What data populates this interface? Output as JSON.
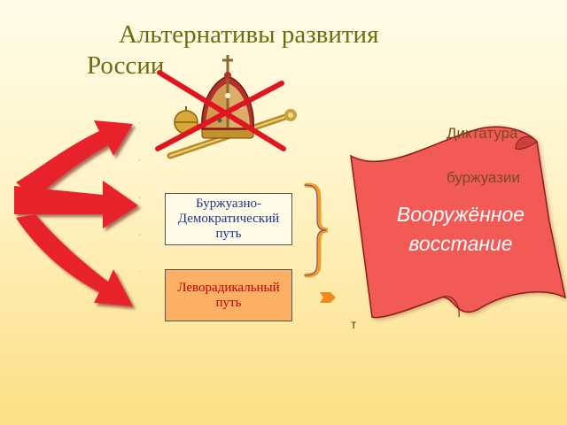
{
  "title": "Альтернативы развития России",
  "boxes": {
    "bourgeois_line1": "Буржуазно-",
    "bourgeois_line2": "Демократический",
    "bourgeois_line3": "путь",
    "left_line1": "Леворадикальный",
    "left_line2": "путь"
  },
  "scroll": {
    "line1": "Вооружённое",
    "line2": "восстание"
  },
  "dictatorship": {
    "word1": "Диктатура",
    "word2": "буржуазии"
  },
  "stray_letter": "т",
  "icons": [
    "crown-icon",
    "cross-out-icon",
    "three-arrows-icon",
    "brace-icon",
    "scroll-icon"
  ],
  "colors": {
    "title": "#6b6e10",
    "arrows": "#e8202a",
    "cross": "#e0151f",
    "scroll": "#f25a55",
    "brace": "#f0a020",
    "box_left_fill": "#fbb066"
  }
}
